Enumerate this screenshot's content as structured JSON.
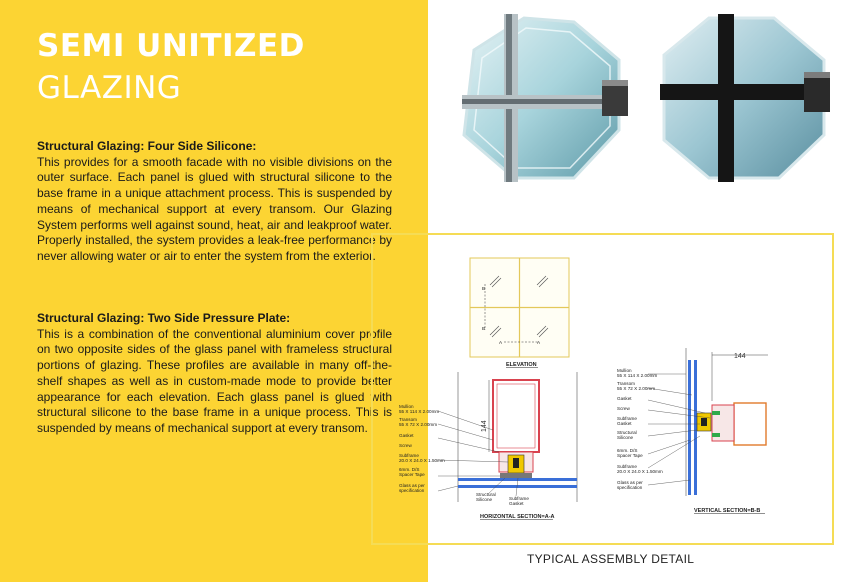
{
  "title": {
    "line1": "SEMI UNITIZED",
    "line2": "GLAZING"
  },
  "sections": [
    {
      "heading": "Structural Glazing: Four Side Silicone:",
      "text": "This provides for a smooth facade with no visible divisions on the outer surface. Each panel is glued with structural silicone to the base frame in a unique attachment process. This is suspended by means of mechanical support at every transom. Our Glazing System performs well against sound, heat, air and leakproof water. Properly installed, the system provides a leak-free performance by never allowing water or air to enter the system from the exterior."
    },
    {
      "heading": "Structural Glazing: Two Side Pressure Plate:",
      "text": "This is a combination of the conventional aluminium cover profile on two opposite sides of the glass panel with frameless structural portions of glazing. These profiles are available in many off-the-shelf shapes as well as in custom-made mode to provide better appearance for each elevation. Each glass panel is glued with structural silicone to the base frame in a unique process. This is suspended by means of mechanical support at every transom."
    }
  ],
  "drawing": {
    "elevation_title": "ELEVATION",
    "marker_b": "B",
    "marker_a": "A",
    "horizontal_title": "HORIZONTAL SECTION=A-A",
    "vertical_title": "VERTICAL SECTION=B-B",
    "dim_144": "144",
    "labels": {
      "mullion_1": "Mullion",
      "mullion_2": "55 X 114 X 2.00mm",
      "transom_1": "Transom",
      "transom_2": "55 X 72 X 2.00mm",
      "gasket": "Gasket",
      "screw": "Screw",
      "subframe_1": "Subframe",
      "subframe_2": "20.0 X 24.0 X 1.50mm",
      "spacer_1": "6mm. D/S",
      "spacer_2": "Spacer Tape",
      "glass_1": "Glass as per",
      "glass_2": "specification",
      "structural_1": "Structural",
      "structural_2": "Silicone",
      "subframe_gasket_1": "Subframe",
      "subframe_gasket_2": "Gasket"
    }
  },
  "caption": "TYPICAL ASSEMBLY DETAIL",
  "colors": {
    "panel_yellow": "#fcd433",
    "frame_pink": "#d9434f",
    "subframe_yellow": "#f0c800",
    "glass_blue": "#3a6fd8",
    "box_border": "#f5dc55"
  },
  "icons": [
    "glazing-photo-silver",
    "glazing-photo-black"
  ]
}
